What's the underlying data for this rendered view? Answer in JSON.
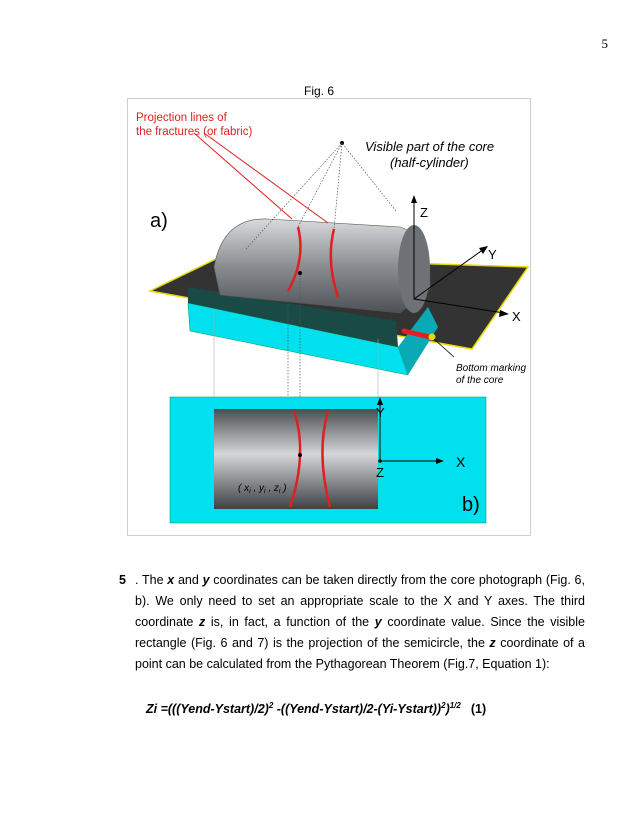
{
  "page": {
    "number": "5"
  },
  "figure": {
    "caption": "Fig. 6",
    "labels": {
      "projection_lines": [
        "Projection lines of",
        "the fractures (or fabric)"
      ],
      "visible_part": [
        "Visible part of the core",
        "(half-cylinder)"
      ],
      "panel_a": "a)",
      "panel_b": "b)",
      "axis_z_top": "Z",
      "axis_y_top": "Y",
      "axis_x_top": "X",
      "bottom_marking": [
        "Bottom marking",
        "of the core"
      ],
      "axis_y_bottom": "Y",
      "axis_z_bottom": "Z",
      "axis_x_bottom": "X",
      "point_label": "( x",
      "point_label_parts": [
        "( x",
        "i",
        " , y",
        "i",
        " , z",
        "i",
        " )"
      ]
    },
    "colors": {
      "cyan": "#00e0ee",
      "dark_green": "#1a4a45",
      "red": "#e02020",
      "grey_plane": "#3a3a3a",
      "yellow_edge": "#e6d800"
    }
  },
  "paragraph": {
    "number": "5",
    "seg1": ". The ",
    "x": "x",
    "seg2": " and ",
    "y": "y",
    "seg3": " coordinates can be taken directly from the core photograph (Fig. 6, b). We only need to set an appropriate scale to the X and Y axes. The third coordinate ",
    "z": "z",
    "seg4": " is, in fact, a function of the ",
    "y2": "y",
    "seg5": " coordinate value. Since the visible rectangle (Fig. 6 and 7) is the projection of the semicircle, the ",
    "z2": "z",
    "seg6": " coordinate of a point can be calculated from the Pythagorean Theorem (Fig.7, Equation 1):"
  },
  "equation": {
    "part1": "Zi =(((Yend-Ystart)/2)",
    "sup1": "2",
    "part2": " -((Yend-Ystart)/2-(Yi-Ystart))",
    "sup2": "2",
    "part3": ")",
    "sup3": "1/2",
    "number": "(1)"
  }
}
